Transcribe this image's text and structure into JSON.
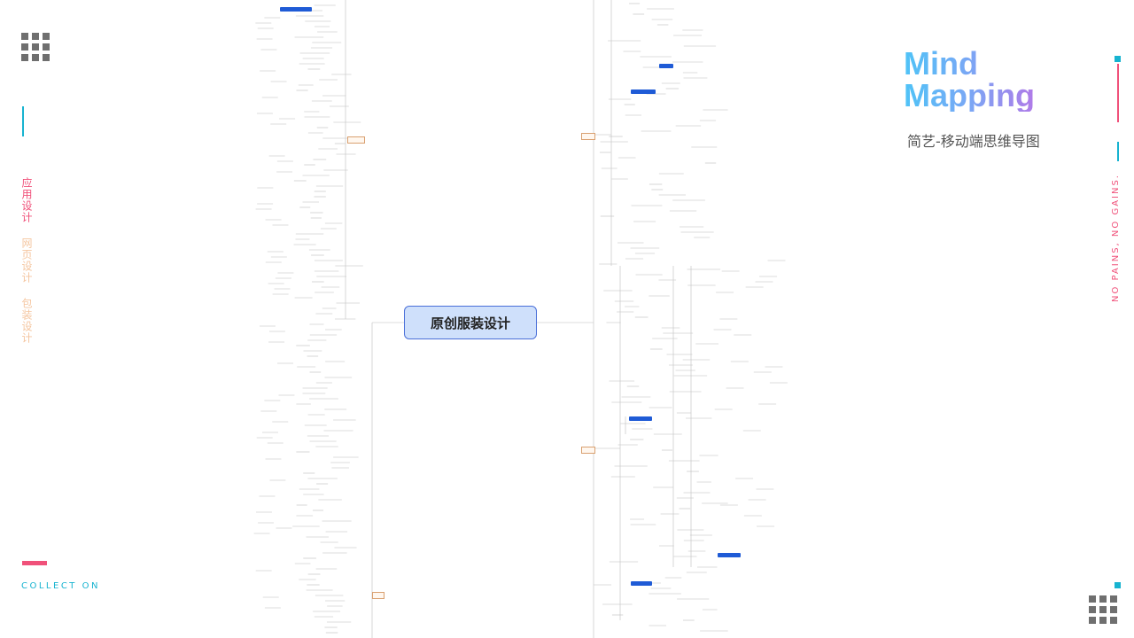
{
  "title": {
    "line1": "Mind",
    "line2": "Mapping"
  },
  "subtitle": "简艺-移动端思维导图",
  "sidebar": {
    "items": [
      {
        "label": "应用设计",
        "color": "#f0517a"
      },
      {
        "label": "网页设计",
        "color": "#f5c6a0"
      },
      {
        "label": "包装设计",
        "color": "#f5c6a0"
      }
    ]
  },
  "footer": {
    "collect_label": "COLLECT   ON"
  },
  "tagline": "NO PAINS, NO GAINS.",
  "mindmap": {
    "center_label": "原创服装设计"
  },
  "colors": {
    "accent_pink": "#f0517a",
    "accent_cyan": "#17b3d0",
    "center_fill": "#cfe0fb",
    "center_border": "#4a6fd8",
    "highlight_blue": "#1f5bd6"
  }
}
